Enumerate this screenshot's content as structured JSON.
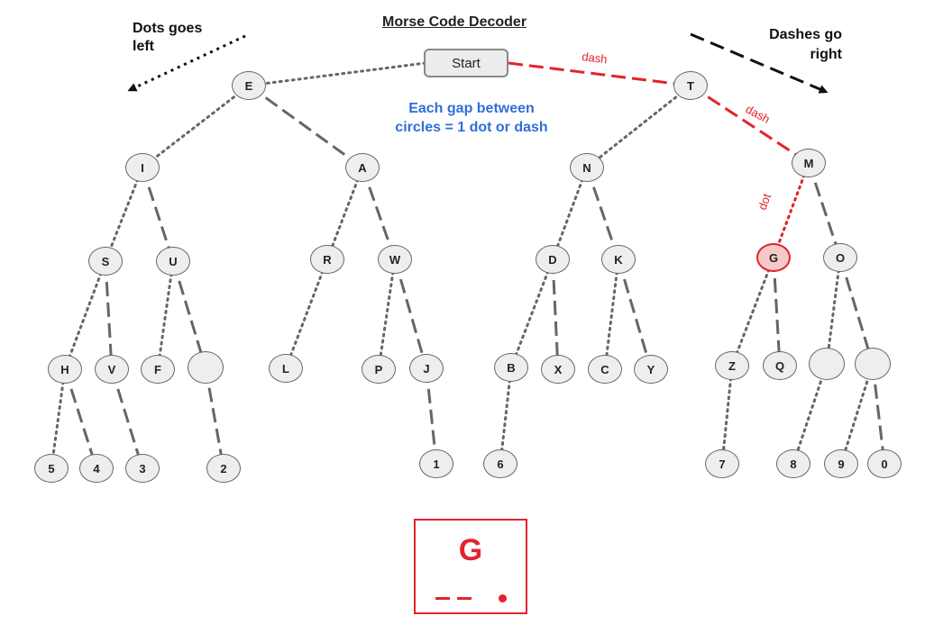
{
  "title": "Morse Code Decoder",
  "note_left": [
    "Dots goes",
    "left"
  ],
  "note_right": [
    "Dashes go",
    "right"
  ],
  "gap_note": [
    "Each gap between",
    "circles = 1 dot or dash"
  ],
  "start_label": "Start",
  "path_labels": {
    "dash1": "dash",
    "dash2": "dash",
    "dot": "dot"
  },
  "colors": {
    "highlight": "#e3232b",
    "gap_note": "#2f6fd6",
    "edge": "#666666",
    "node_fill": "#eeeeee"
  },
  "nodes": [
    {
      "id": "E",
      "label": "E"
    },
    {
      "id": "T",
      "label": "T"
    },
    {
      "id": "I",
      "label": "I"
    },
    {
      "id": "A",
      "label": "A"
    },
    {
      "id": "N",
      "label": "N"
    },
    {
      "id": "M",
      "label": "M"
    },
    {
      "id": "S",
      "label": "S"
    },
    {
      "id": "U",
      "label": "U"
    },
    {
      "id": "R",
      "label": "R"
    },
    {
      "id": "W",
      "label": "W"
    },
    {
      "id": "D",
      "label": "D"
    },
    {
      "id": "K",
      "label": "K"
    },
    {
      "id": "G",
      "label": "G",
      "highlight": true
    },
    {
      "id": "O",
      "label": "O"
    },
    {
      "id": "H",
      "label": "H"
    },
    {
      "id": "V",
      "label": "V"
    },
    {
      "id": "F",
      "label": "F"
    },
    {
      "id": "U_dash",
      "label": ""
    },
    {
      "id": "L",
      "label": "L"
    },
    {
      "id": "P",
      "label": "P"
    },
    {
      "id": "J",
      "label": "J"
    },
    {
      "id": "B",
      "label": "B"
    },
    {
      "id": "X",
      "label": "X"
    },
    {
      "id": "C",
      "label": "C"
    },
    {
      "id": "Y",
      "label": "Y"
    },
    {
      "id": "Z",
      "label": "Z"
    },
    {
      "id": "Q",
      "label": "Q"
    },
    {
      "id": "O_dot",
      "label": ""
    },
    {
      "id": "O_dash",
      "label": ""
    },
    {
      "id": "5",
      "label": "5"
    },
    {
      "id": "4",
      "label": "4"
    },
    {
      "id": "3",
      "label": "3"
    },
    {
      "id": "2",
      "label": "2"
    },
    {
      "id": "1",
      "label": "1"
    },
    {
      "id": "6",
      "label": "6"
    },
    {
      "id": "7",
      "label": "7"
    },
    {
      "id": "8",
      "label": "8"
    },
    {
      "id": "9",
      "label": "9"
    },
    {
      "id": "0",
      "label": "0"
    }
  ],
  "edges": [
    {
      "from": "start",
      "to": "E",
      "type": "dot"
    },
    {
      "from": "start",
      "to": "T",
      "type": "dash",
      "highlight": true
    },
    {
      "from": "E",
      "to": "I",
      "type": "dot"
    },
    {
      "from": "E",
      "to": "A",
      "type": "dash"
    },
    {
      "from": "T",
      "to": "N",
      "type": "dot"
    },
    {
      "from": "T",
      "to": "M",
      "type": "dash",
      "highlight": true
    },
    {
      "from": "I",
      "to": "S",
      "type": "dot"
    },
    {
      "from": "I",
      "to": "U",
      "type": "dash"
    },
    {
      "from": "A",
      "to": "R",
      "type": "dot"
    },
    {
      "from": "A",
      "to": "W",
      "type": "dash"
    },
    {
      "from": "N",
      "to": "D",
      "type": "dot"
    },
    {
      "from": "N",
      "to": "K",
      "type": "dash"
    },
    {
      "from": "M",
      "to": "G",
      "type": "dot",
      "highlight": true
    },
    {
      "from": "M",
      "to": "O",
      "type": "dash"
    },
    {
      "from": "S",
      "to": "H",
      "type": "dot"
    },
    {
      "from": "S",
      "to": "V",
      "type": "dash"
    },
    {
      "from": "U",
      "to": "F",
      "type": "dot"
    },
    {
      "from": "U",
      "to": "U_dash",
      "type": "dash"
    },
    {
      "from": "R",
      "to": "L",
      "type": "dot"
    },
    {
      "from": "W",
      "to": "P",
      "type": "dot"
    },
    {
      "from": "W",
      "to": "J",
      "type": "dash"
    },
    {
      "from": "D",
      "to": "B",
      "type": "dot"
    },
    {
      "from": "D",
      "to": "X",
      "type": "dash"
    },
    {
      "from": "K",
      "to": "C",
      "type": "dot"
    },
    {
      "from": "K",
      "to": "Y",
      "type": "dash"
    },
    {
      "from": "G",
      "to": "Z",
      "type": "dot"
    },
    {
      "from": "G",
      "to": "Q",
      "type": "dash"
    },
    {
      "from": "O",
      "to": "O_dot",
      "type": "dot"
    },
    {
      "from": "O",
      "to": "O_dash",
      "type": "dash"
    },
    {
      "from": "H",
      "to": "5",
      "type": "dot"
    },
    {
      "from": "H",
      "to": "4",
      "type": "dash"
    },
    {
      "from": "V",
      "to": "3",
      "type": "dash"
    },
    {
      "from": "U_dash",
      "to": "2",
      "type": "dash"
    },
    {
      "from": "J",
      "to": "1",
      "type": "dash"
    },
    {
      "from": "B",
      "to": "6",
      "type": "dot"
    },
    {
      "from": "Z",
      "to": "7",
      "type": "dot"
    },
    {
      "from": "O_dot",
      "to": "8",
      "type": "dot"
    },
    {
      "from": "O_dash",
      "to": "9",
      "type": "dot"
    },
    {
      "from": "O_dash",
      "to": "0",
      "type": "dash"
    }
  ],
  "result": {
    "letter": "G",
    "code": [
      "dash",
      "dash",
      "dot"
    ]
  }
}
